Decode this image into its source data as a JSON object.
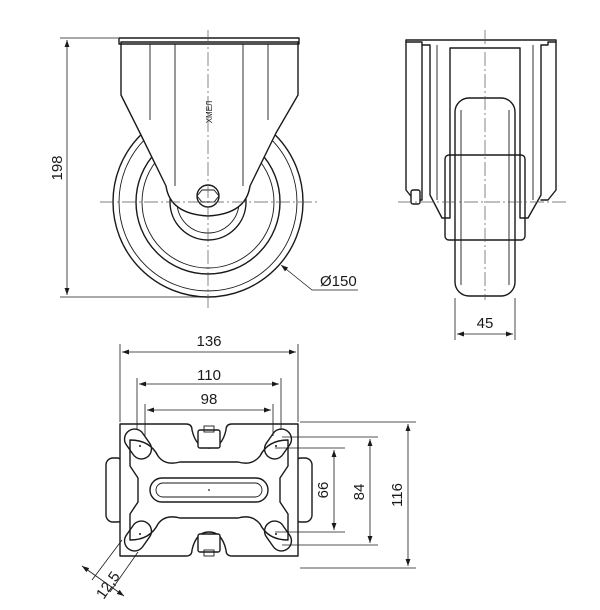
{
  "dimensions": {
    "total_height": "198",
    "wheel_diameter": "Ø150",
    "wheel_width": "45",
    "plate_width": "136",
    "hole_spacing_outer": "110",
    "hole_spacing_inner": "98",
    "slot_length": "66",
    "hole_spacing_vertical": "84",
    "plate_length": "116",
    "slot_width": "12,5"
  },
  "brand_mark": "ХМЕЛ"
}
